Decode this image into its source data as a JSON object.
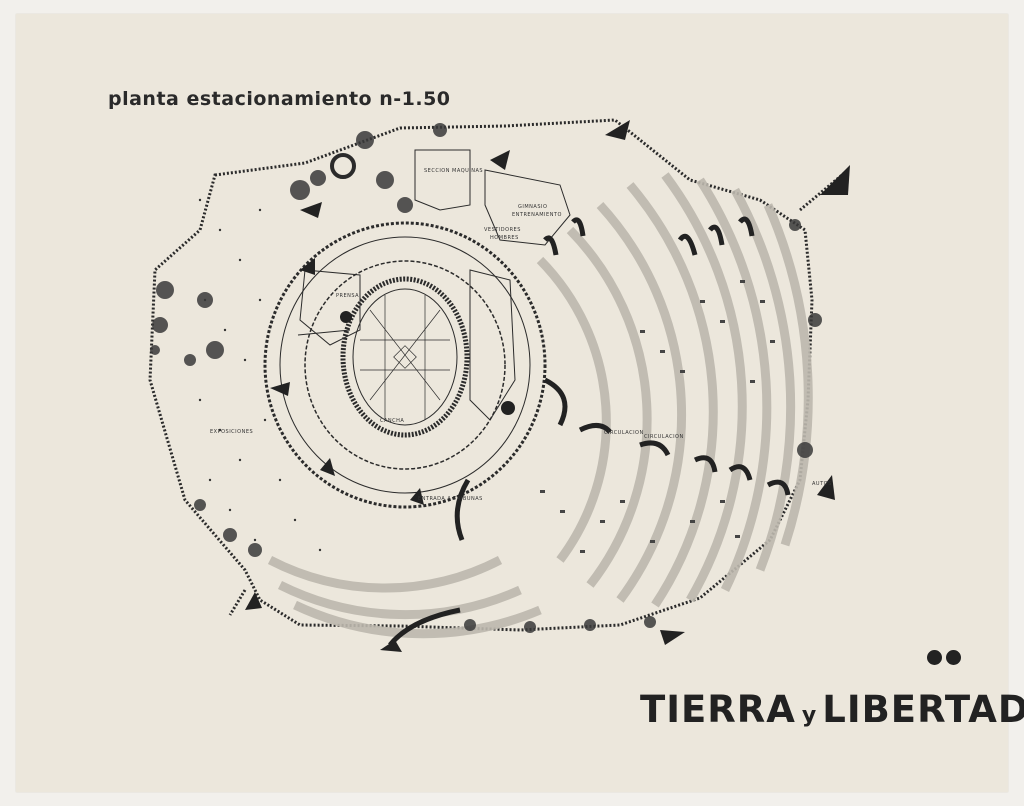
{
  "heading": "planta estacionamiento n-1.50",
  "brand": {
    "word1": "TIERRA",
    "connector": "y",
    "word2": "LIBERTAD"
  },
  "plan_labels": {
    "seccion_maquinas": "SECCION MAQUINAS",
    "gimnasio": "GIMNASIO",
    "entrenamiento": "ENTRENAMIENTO",
    "vestidores": "VESTIDORES",
    "hombres": "HOMBRES",
    "prensa": "PRENSA",
    "exposiciones": "EXPOSICIONES",
    "circulacion_1": "CIRCULACION",
    "circulacion_2": "CIRCULACION",
    "entrada_tribunas": "ENTRADA A TRIBUNAS",
    "autos": "AUTOS",
    "cancha": "CANCHA"
  },
  "colors": {
    "paper": "#ece7dc",
    "ink": "#222222",
    "vegetation": "#3a3a3a",
    "parking_rows": "#bdb8ae"
  }
}
